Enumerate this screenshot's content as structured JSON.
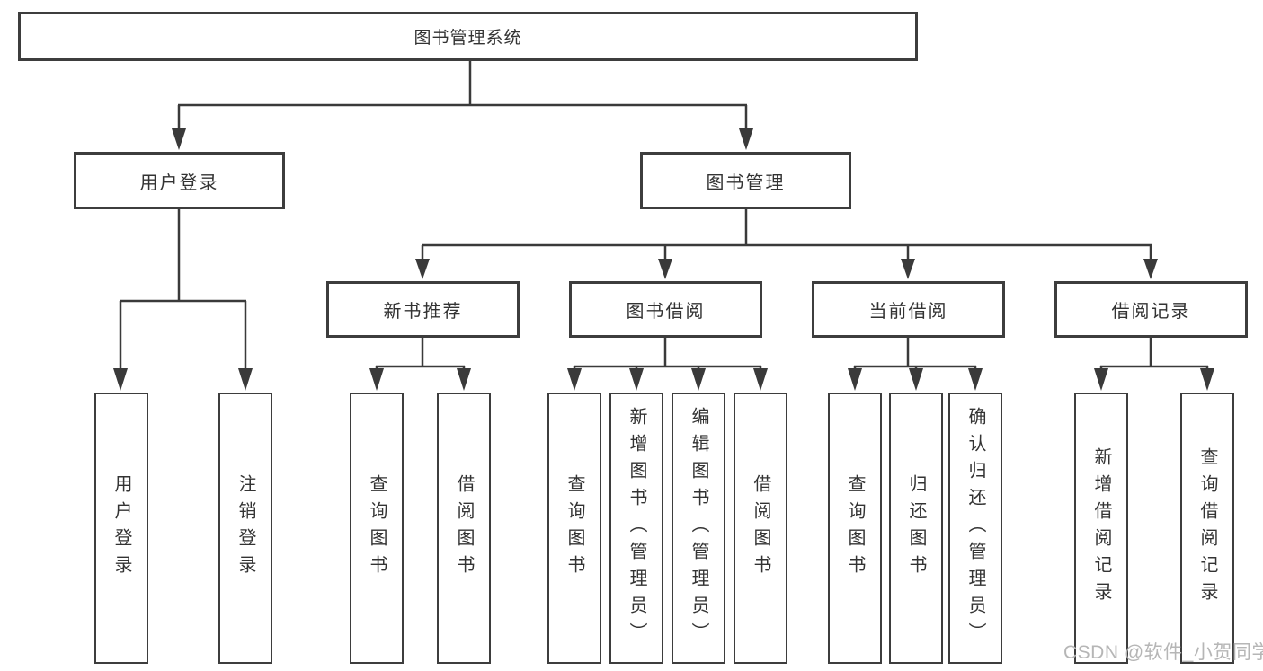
{
  "tree": {
    "root": {
      "label": "图书管理系统"
    },
    "branches": [
      {
        "label": "用户登录",
        "children": [
          {
            "label": "用户登录"
          },
          {
            "label": "注销登录"
          }
        ]
      },
      {
        "label": "图书管理",
        "children": [
          {
            "label": "新书推荐",
            "children": [
              {
                "label": "查询图书"
              },
              {
                "label": "借阅图书"
              }
            ]
          },
          {
            "label": "图书借阅",
            "children": [
              {
                "label": "查询图书"
              },
              {
                "label": "新增图书（管理员）"
              },
              {
                "label": "编辑图书（管理员）"
              },
              {
                "label": "借阅图书"
              }
            ]
          },
          {
            "label": "当前借阅",
            "children": [
              {
                "label": "查询图书"
              },
              {
                "label": "归还图书"
              },
              {
                "label": "确认归还（管理员）"
              }
            ]
          },
          {
            "label": "借阅记录",
            "children": [
              {
                "label": "新增借阅记录"
              },
              {
                "label": "查询借阅记录"
              }
            ]
          }
        ]
      }
    ]
  },
  "watermark": {
    "text": "CSDN @软件_小贺同学"
  },
  "colors": {
    "line": "#3a3a3a",
    "border": "#3d3d3d",
    "text": "#333333",
    "watermark": "#b6b6b6",
    "background": "#ffffff"
  }
}
